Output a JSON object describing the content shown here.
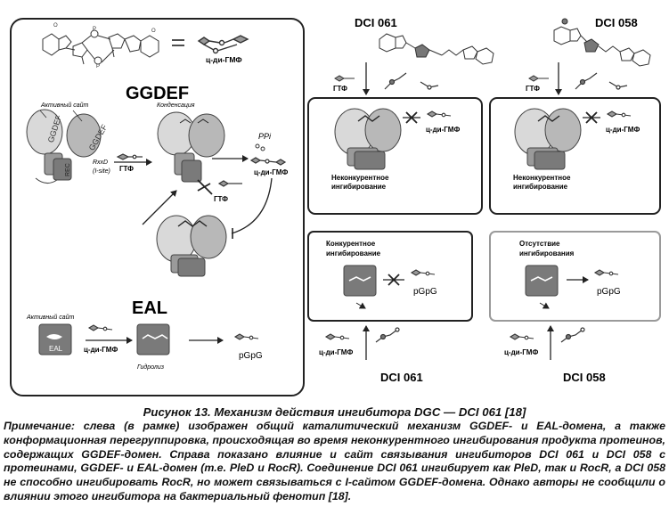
{
  "left_panel": {
    "cdigmp_label": "ц-ди-ГМФ",
    "ggdef_title": "GGDEF",
    "active_site_label": "Активный сайт",
    "condensation_label": "Конденсация",
    "ggdef_domain_a": "GGDEF",
    "ggdef_domain_b": "GGDEF",
    "rec_label": "REC",
    "rxxd_label": "RxxD",
    "isite_label": "(I-site)",
    "gtp_label_1": "ГТФ",
    "ppi_label": "PPi",
    "cdigmp_label_2": "ц-ди-ГМФ",
    "gtp_label_2": "ГТФ",
    "eal_title": "EAL",
    "eal_active_site_label": "Активный сайт",
    "eal_domain_label": "EAL",
    "cdigmp_label_3": "ц-ди-ГМФ",
    "hydrolysis_label": "Гидролиз",
    "pgpg_label": "pGpG"
  },
  "right_panel": {
    "dci061_top": "DCI 061",
    "dci058_top": "DCI 058",
    "gtp_label_a": "ГТФ",
    "gtp_label_b": "ГТФ",
    "cdigmp_box_a": "ц-ди-ГМФ",
    "cdigmp_box_b": "ц-ди-ГМФ",
    "noncomp_a": [
      "Неконкурентное",
      "ингибирование"
    ],
    "noncomp_b": [
      "Неконкурентное",
      "ингибирование"
    ],
    "competitive": [
      "Конкурентное",
      "ингибирование"
    ],
    "no_inhibition": [
      "Отсутствие",
      "ингибирования"
    ],
    "pgpg_a": "pGpG",
    "pgpg_b": "pGpG",
    "cdigmp_bottom_a": "ц-ди-ГМФ",
    "cdigmp_bottom_b": "ц-ди-ГМФ",
    "dci061_bottom": "DCI 061",
    "dci058_bottom": "DCI 058"
  },
  "caption": {
    "title": "Рисунок 13. Механизм действия ингибитора DGC — DCI 061 [18]",
    "text": "Примечание: слева (в рамке) изображен общий каталитический механизм GGDEF- и EAL-домена, а также конформационная перегруппировка, происходящая во время неконкурентного ингибирования продукта протеинов, содержащих GGDEF-домен. Справа показано влияние и сайт связывания ингибиторов DCI 061 и DCI 058 с протеинами, GGDEF- и EAL-домен (т.е. PleD и RocR). Соединение DCI 061 ингибирует как PleD, так и RocR, а DCI 058 не способно ингибировать RocR, но может связываться с I-сайтом GGDEF-домена. Однако авторы не сообщили о влиянии этого ингибитора на бактериальный фенотип [18]."
  },
  "colors": {
    "frame": "#222222",
    "domain_light": "#d9d9d9",
    "domain_mid": "#b8b8b8",
    "domain_dark": "#7a7a7a",
    "grey_frame": "#9a9a9a"
  }
}
